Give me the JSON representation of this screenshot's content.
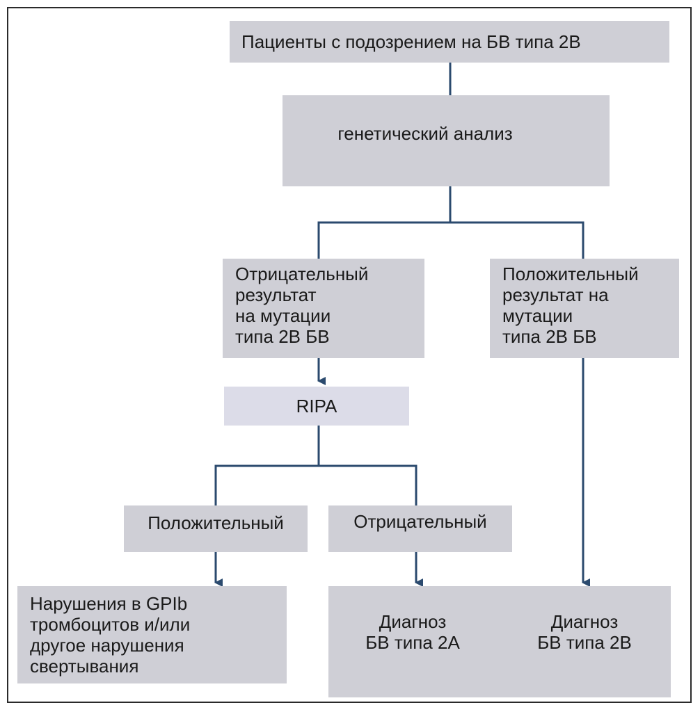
{
  "diagram": {
    "nodes": {
      "patients": "Пациенты с подозрением на БВ типа 2В",
      "genetic": "генетический анализ",
      "negative_result": "Отрицательный\nрезультат\nна мутации\nтипа 2В БВ",
      "positive_result": "Положительный\nрезультат на\nмутации\nтипа 2В БВ",
      "ripa": "RIPA",
      "ripa_positive": "Положительный",
      "ripa_negative": "Отрицательный",
      "gpib": "Нарушения в GPIb\nтромбоцитов и/или\nдругое нарушения\nсвертывания",
      "diag_2a": "Диагноз\nБВ типа 2А",
      "diag_2b": "Диагноз\nБВ типа 2В"
    },
    "colors": {
      "box": "#cfcfd6",
      "box_light": "#dcdce8",
      "line": "#2b4a6e"
    }
  }
}
